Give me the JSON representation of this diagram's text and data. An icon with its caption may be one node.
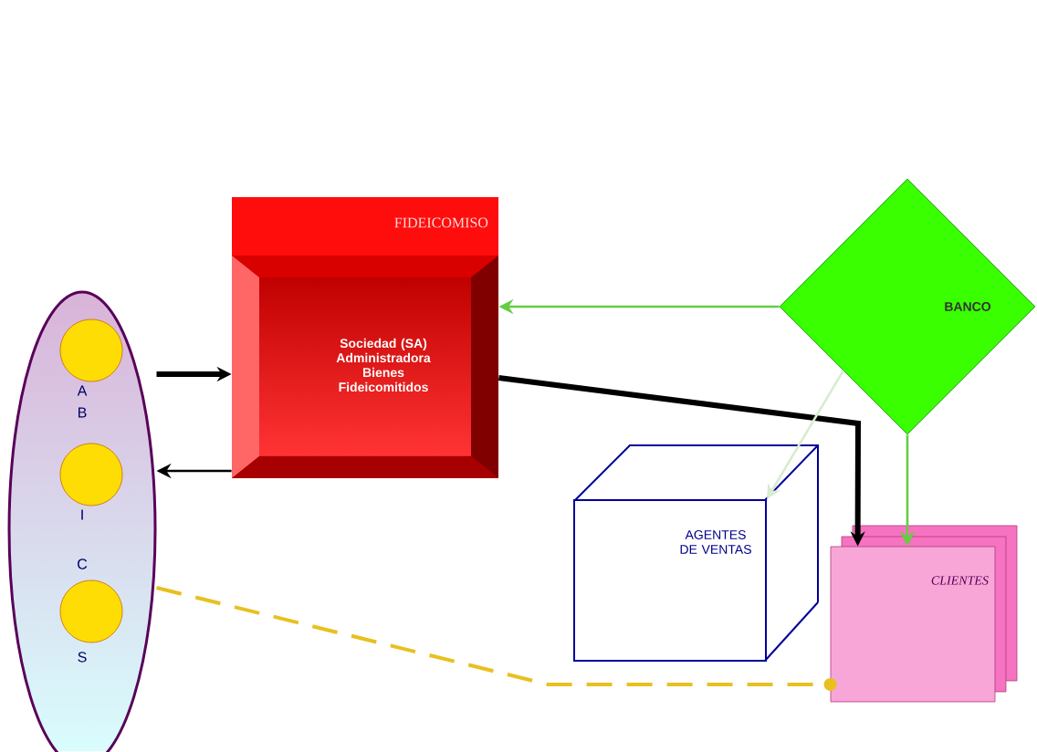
{
  "diagram": {
    "nodes": [
      {
        "text": [],
        "shape": "ellipse"
      },
      {
        "text": [],
        "shape": "circle",
        "in": 0
      },
      {
        "text": [],
        "shape": "circle",
        "in": 0
      },
      {
        "text": [],
        "shape": "circle",
        "in": 0
      },
      {
        "text": [
          "FIDEICOMISO",
          "Sociedad (SA) Administradora Bienes Fideicomitidos"
        ]
      },
      {
        "text": [
          "BANCO"
        ]
      },
      {
        "text": [
          "AGENTES DE VENTAS"
        ]
      },
      {
        "text": [
          "CLIENTES"
        ]
      }
    ],
    "edges": [
      {
        "from": 0,
        "to": 4,
        "arrow": "to",
        "style": "thick"
      },
      {
        "from": 4,
        "to": 0,
        "arrow": "to"
      },
      {
        "from": 5,
        "to": 4,
        "arrow": "to",
        "color": "#66cc44"
      },
      {
        "from": 5,
        "to": 7,
        "arrow": "to",
        "color": "#66cc44"
      },
      {
        "from": 4,
        "to": 7,
        "arrow": "to",
        "style": "thick"
      },
      {
        "from": 0,
        "to": 7,
        "arrow": "other",
        "style": "dashed",
        "color": "#e8c020"
      },
      {
        "from": 5,
        "to": 6,
        "arrow": "to",
        "color": "#d8ecd0"
      }
    ],
    "labels": [
      "A",
      "B",
      "I",
      "C",
      "S"
    ]
  }
}
